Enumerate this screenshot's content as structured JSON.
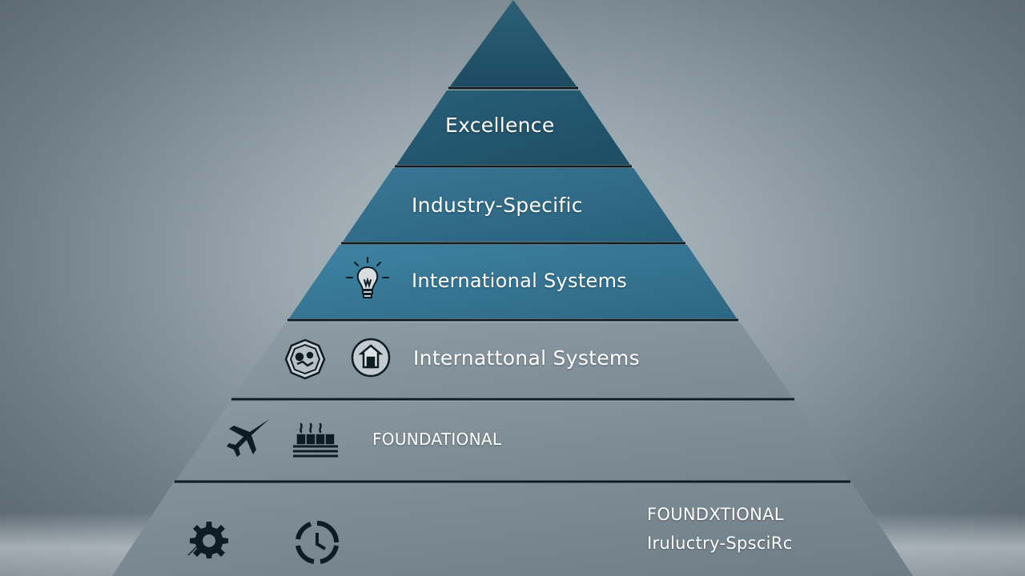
{
  "diagram": {
    "tiers": [
      {
        "label": ""
      },
      {
        "label": "Excellence"
      },
      {
        "label": "Industry-Specific"
      },
      {
        "label": "International Systems"
      },
      {
        "label": "Internattonal Systems"
      },
      {
        "label": "FOUNDATIONAL"
      },
      {
        "label": "FOUNDXTIONAL",
        "sublabel": "Iruluctry-SpsciRc"
      }
    ],
    "icons": [
      "lightbulb-icon",
      "gear-badge-icon",
      "circle-building-icon",
      "airplane-icon",
      "factory-icon",
      "cog-arrows-icon",
      "circular-arrows-icon"
    ],
    "colors": {
      "tier_top": "#1f4f66",
      "tier_blue": "#2f6f8d",
      "tier_gray": "#7d8b93",
      "outline": "#0e1c24"
    }
  }
}
